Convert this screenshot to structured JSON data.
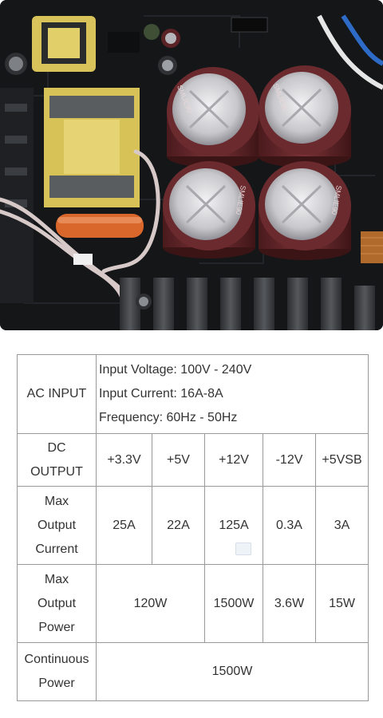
{
  "photo": {
    "subject": "power-supply-internal-circuit-board",
    "capacitor_printed_text": "SMLIE90"
  },
  "spec_table": {
    "ac_input": {
      "label": "AC INPUT",
      "lines": [
        "Input Voltage: 100V - 240V",
        "Input Current: 16A-8A",
        "Frequency: 60Hz - 50Hz"
      ]
    },
    "dc_output": {
      "label_line1": "DC",
      "label_line2": "OUTPUT",
      "rails": [
        "+3.3V",
        "+5V",
        "+12V",
        "-12V",
        "+5VSB"
      ]
    },
    "max_output_current": {
      "label_line1": "Max",
      "label_line2": "Output",
      "label_line3": "Current",
      "values": [
        "25A",
        "22A",
        "125A",
        "0.3A",
        "3A"
      ]
    },
    "max_output_power": {
      "label_line1": "Max",
      "label_line2": "Output",
      "label_line3": "Power",
      "values": [
        "120W",
        "1500W",
        "3.6W",
        "15W"
      ]
    },
    "continuous_power": {
      "label_line1": "Continuous",
      "label_line2": "Power",
      "value": "1500W"
    }
  },
  "colors": {
    "pcb": "#151719",
    "capacitor_body": "#6b2a2e",
    "capacitor_top": "#c9c9cc",
    "transformer_yellow": "#d8c35a",
    "film_capacitor_orange": "#d9662a",
    "table_border": "#999999",
    "table_text": "#333333"
  }
}
